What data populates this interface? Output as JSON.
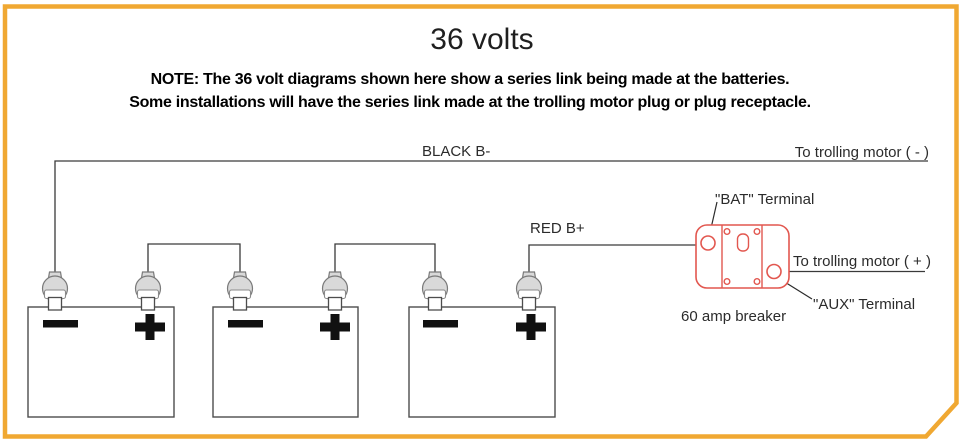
{
  "title": "36 volts",
  "note": {
    "line1": "NOTE: The 36 volt diagrams shown here show a series link being made at the batteries.",
    "line2": "Some installations will have the series link made at the trolling motor plug or plug receptacle."
  },
  "wires": {
    "negative_label": "BLACK B-",
    "negative_destination": "To trolling motor ( - )",
    "positive_label": "RED B+",
    "positive_destination": "To trolling motor ( + )"
  },
  "breaker": {
    "label": "60 amp breaker",
    "bat_terminal_label": "\"BAT\" Terminal",
    "aux_terminal_label": "\"AUX\" Terminal"
  },
  "batteries": [
    {
      "id": "battery-1",
      "left_terminal": "-",
      "right_terminal": "+"
    },
    {
      "id": "battery-2",
      "left_terminal": "-",
      "right_terminal": "+"
    },
    {
      "id": "battery-3",
      "left_terminal": "-",
      "right_terminal": "+"
    }
  ],
  "colors": {
    "border": "#F0A832",
    "breaker_outline": "#E2574F",
    "wire": "#3A3A3A",
    "terminal_cap_fill": "#D9D9D9"
  }
}
